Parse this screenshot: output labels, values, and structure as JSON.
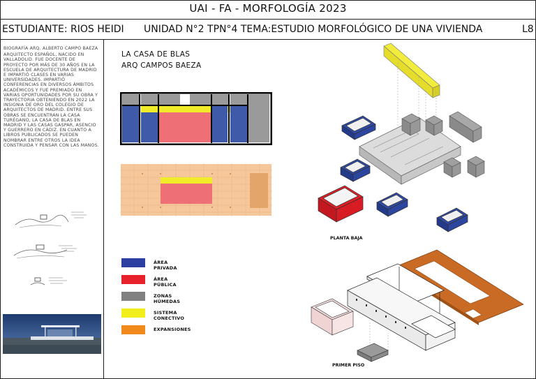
{
  "header": {
    "title": "UAI - FA - MORFOLOGÍA 2023",
    "student": "ESTUDIANTE: RIOS HEIDI",
    "unit": "UNIDAD N°2 TPN°4 TEMA:ESTUDIO MORFOLÓGICO DE UNA VIVIENDA",
    "sheet": "L8"
  },
  "bio": {
    "title": "BIOGRAFÍA ARQ. ALBERTO CAMPO BAEZA",
    "body": "ARQUITECTO ESPAÑOL, NACIDO EN VALLADOLID. FUE DOCENTE DE PROYECTO POR MÁS DE 30 AÑOS EN LA ESCUELA DE ARQUITECTURA DE MADRID E IMPARTIÓ CLASES EN VARIAS UNIVERSIDADES. IMPARTIÓ CONFERENCIAS EN DIVERSOS ÁMBITOS ACADÉMICOS Y FUE PREMIADO EN VARIAS OPORTUNIDADES POR SU OBRA Y TRAYECTORIA OBTENIENDO EN 2022 LA INSIGNIA DE ORO DEL COLEGIO DE ARQUITECTOS DE MADRID. ENTRE SUS OBRAS SE ENCUENTRAN LA CASA TURÉGANO, LA CASA DE BLAS EN MADRID Y LAS CASAS GASPAR, ASENCIO Y GUERRERO EN CÁDIZ. EN CUANTO A LIBROS PUBLICADOS SE PUEDEN NOMBRAR ENTRE OTROS LA IDEA CONSTRUIDA Y PENSAR CON LAS MANOS."
  },
  "house": {
    "title_line1": "LA CASA DE BLAS",
    "title_line2": "ARQ CAMPOS BAEZA"
  },
  "legend": [
    {
      "label": "ÁREA PRIVADA",
      "color": "#2d3fa0"
    },
    {
      "label": "ÁREA PÚBLICA",
      "color": "#e8222a"
    },
    {
      "label": "ZONAS HÚMEDAS",
      "color": "#808080"
    },
    {
      "label": "SISTEMA CONECTIVO",
      "color": "#f2ee1c"
    },
    {
      "label": "EXPANSIONES",
      "color": "#f08a1c"
    }
  ],
  "captions": {
    "ground": "PLANTA BAJA",
    "first": "PRIMER PISO"
  },
  "colors": {
    "private": "#3f5aa8",
    "public": "#ef6f77",
    "wet": "#9a9a9a",
    "connective": "#f0ec2a",
    "expansion": "#f5c79b",
    "terrace": "#c76a22"
  }
}
